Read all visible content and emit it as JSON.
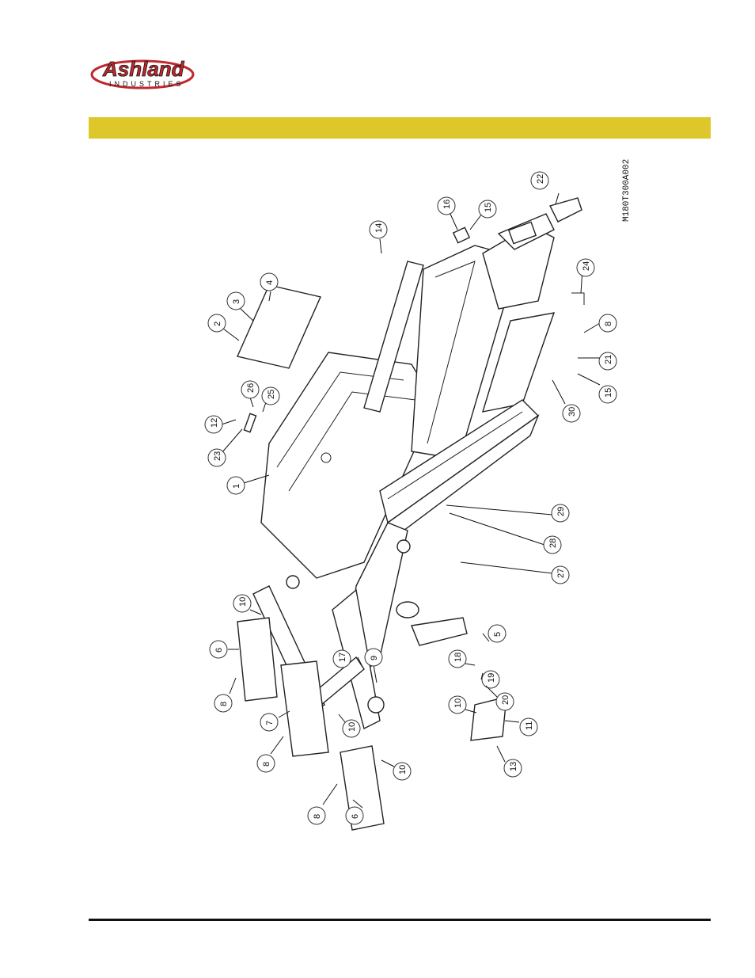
{
  "brand": {
    "logo_text": "Ashland",
    "logo_subtext": "INDUSTRIES",
    "accent_color": "#ddc72a",
    "logo_red": "#c0282d"
  },
  "header_bar": {
    "text": ""
  },
  "diagram": {
    "drawing_id": "M180T300A002",
    "callouts": [
      "1",
      "2",
      "3",
      "4",
      "5",
      "6",
      "6",
      "7",
      "8",
      "8",
      "8",
      "8",
      "9",
      "10",
      "10",
      "10",
      "10",
      "11",
      "12",
      "13",
      "14",
      "15",
      "15",
      "16",
      "17",
      "18",
      "19",
      "20",
      "21",
      "22",
      "23",
      "24",
      "25",
      "26",
      "27",
      "28",
      "29",
      "30"
    ]
  }
}
